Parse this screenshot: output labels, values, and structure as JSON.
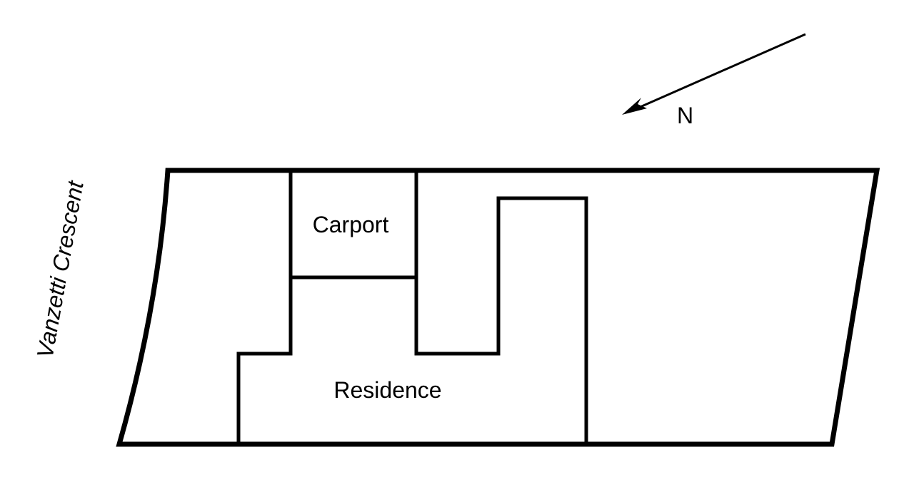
{
  "labels": {
    "street": "Vanzetti Crescent",
    "north": "N",
    "carport": "Carport",
    "residence": "Residence"
  },
  "colors": {
    "stroke": "#000000",
    "background": "#ffffff"
  },
  "icons": {
    "north_arrow": "north-arrow-icon"
  }
}
